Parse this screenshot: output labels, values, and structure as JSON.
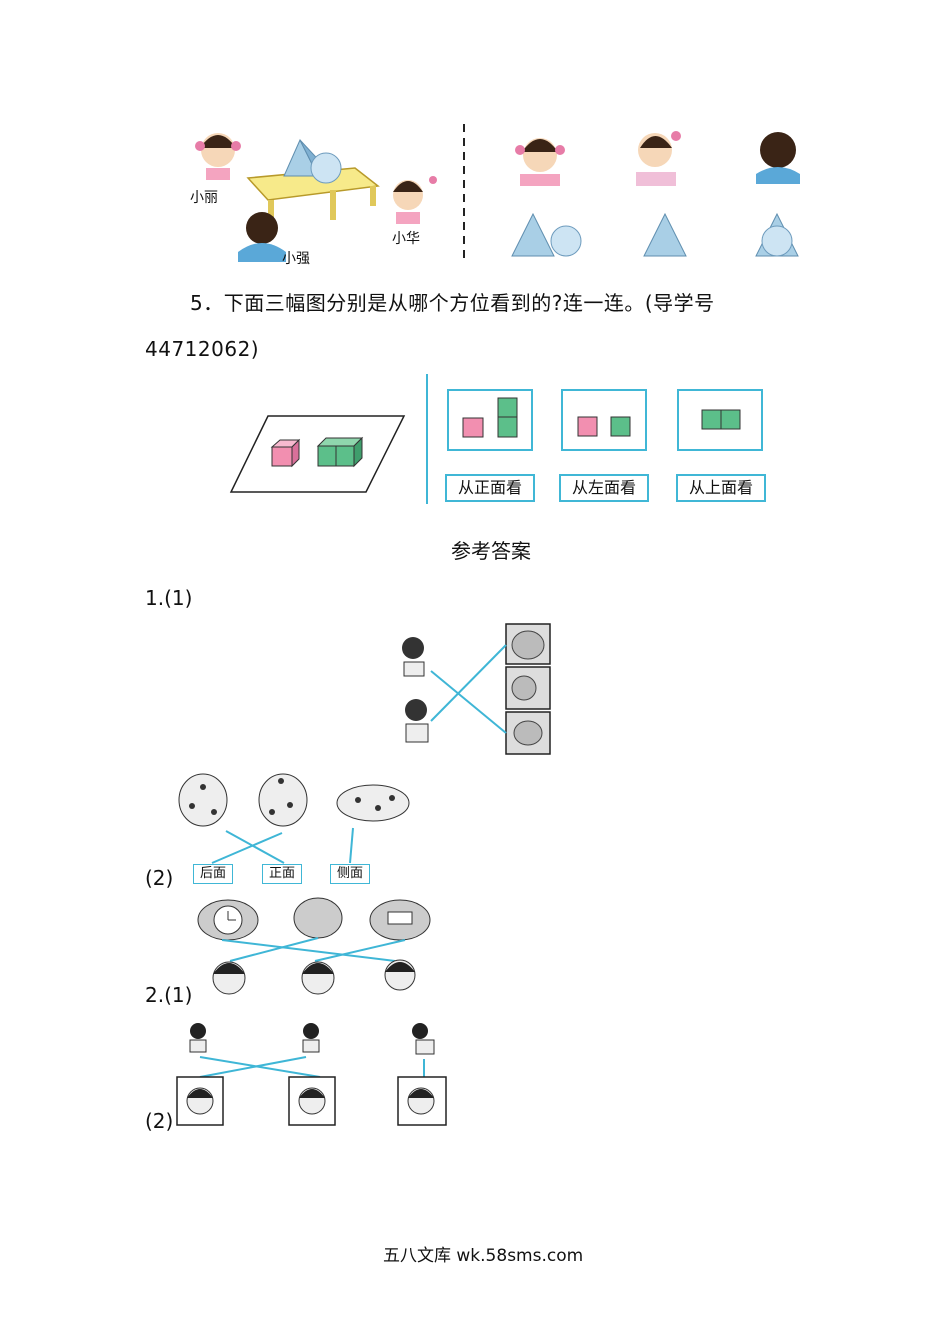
{
  "q4_scene": {
    "name_xiaoli": "小丽",
    "name_xiaoqiang": "小强",
    "name_xiaohua": "小华"
  },
  "q5": {
    "text": "5．下面三幅图分别是从哪个方位看到的?连一连。(导学号",
    "text_cont": "44712062)",
    "labels": [
      "从正面看",
      "从左面看",
      "从上面看"
    ]
  },
  "answers": {
    "title": "参考答案",
    "a1_1": "1.(1)",
    "a1_2": "(2)",
    "a1_2_labels": [
      "后面",
      "正面",
      "侧面"
    ],
    "a2_1": "2.(1)",
    "a2_2": "(2)"
  },
  "footer": "五八文库 wk.58sms.com",
  "colors": {
    "line": "#3fb6d6",
    "pink": "#f28fb0",
    "green": "#5cbf8a"
  }
}
